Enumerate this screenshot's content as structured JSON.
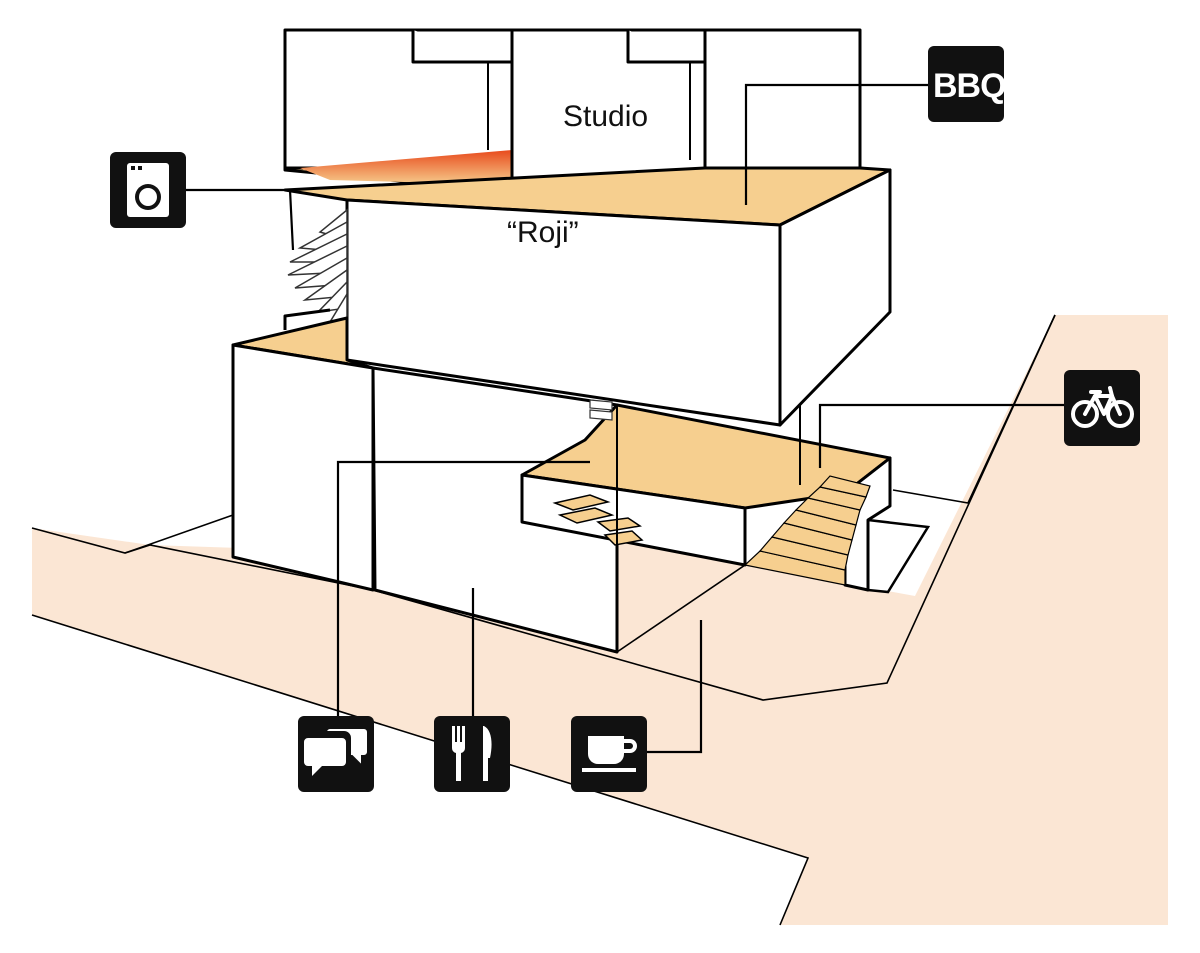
{
  "labels": {
    "studio": "Studio",
    "roji": "“Roji”",
    "bbq": "BBQ"
  },
  "icons": [
    {
      "name": "washing-machine-icon",
      "meaning": "laundry"
    },
    {
      "name": "bbq-icon",
      "meaning": "BBQ"
    },
    {
      "name": "bicycle-icon",
      "meaning": "bicycle parking"
    },
    {
      "name": "chat-bubbles-icon",
      "meaning": "conversation"
    },
    {
      "name": "fork-knife-icon",
      "meaning": "dining"
    },
    {
      "name": "coffee-cup-icon",
      "meaning": "cafe"
    }
  ],
  "colors": {
    "ground": "#fbe6d4",
    "floor": "#f6cf8f",
    "heated_floor": "#e84a1c",
    "icon_bg": "#111111",
    "line": "#000000"
  }
}
